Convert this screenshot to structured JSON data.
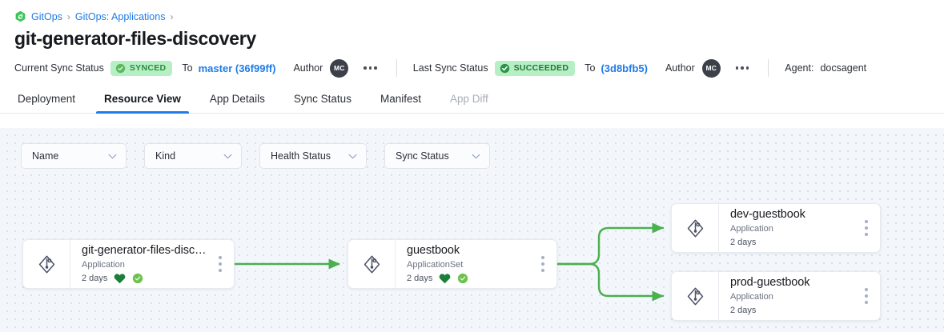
{
  "breadcrumb": {
    "logo_icon": "gitops-hexagon-logo",
    "items": [
      {
        "label": "GitOps"
      },
      {
        "label": "GitOps: Applications"
      }
    ],
    "separator": "›"
  },
  "header": {
    "title": "git-generator-files-discovery"
  },
  "status_bar": {
    "current_sync_label": "Current Sync Status",
    "current_sync_badge": "SYNCED",
    "current_to_label": "To",
    "current_revision": "master (36f99ff)",
    "current_author_label": "Author",
    "current_author_initials": "MC",
    "last_sync_label": "Last Sync Status",
    "last_sync_badge": "SUCCEEDED",
    "last_to_label": "To",
    "last_revision": "(3d8bfb5)",
    "last_author_label": "Author",
    "last_author_initials": "MC",
    "agent_label": "Agent:",
    "agent_value": "docsagent",
    "overflow_icon": "ellipsis-horizontal-icon"
  },
  "tabs": [
    {
      "label": "Deployment",
      "active": false,
      "disabled": false
    },
    {
      "label": "Resource View",
      "active": true,
      "disabled": false
    },
    {
      "label": "App Details",
      "active": false,
      "disabled": false
    },
    {
      "label": "Sync Status",
      "active": false,
      "disabled": false
    },
    {
      "label": "Manifest",
      "active": false,
      "disabled": false
    },
    {
      "label": "App Diff",
      "active": false,
      "disabled": true
    }
  ],
  "filters": [
    {
      "label": "Name",
      "icon": "chevron-down-icon"
    },
    {
      "label": "Kind",
      "icon": "chevron-down-icon"
    },
    {
      "label": "Health Status",
      "icon": "chevron-down-icon"
    },
    {
      "label": "Sync Status",
      "icon": "chevron-down-icon"
    }
  ],
  "graph": {
    "nodes": [
      {
        "id": "root",
        "title": "git-generator-files-disco…",
        "kind": "Application",
        "age": "2 days",
        "icon": "argo-application-icon",
        "health": "healthy",
        "sync": "synced",
        "menu_icon": "kebab-vertical-icon"
      },
      {
        "id": "appset",
        "title": "guestbook",
        "kind": "ApplicationSet",
        "age": "2 days",
        "icon": "argo-application-icon",
        "health": "healthy",
        "sync": "synced",
        "menu_icon": "kebab-vertical-icon"
      },
      {
        "id": "dev",
        "title": "dev-guestbook",
        "kind": "Application",
        "age": "2 days",
        "icon": "argo-application-icon",
        "health": null,
        "sync": null,
        "menu_icon": "kebab-vertical-icon"
      },
      {
        "id": "prod",
        "title": "prod-guestbook",
        "kind": "Application",
        "age": "2 days",
        "icon": "argo-application-icon",
        "health": null,
        "sync": null,
        "menu_icon": "kebab-vertical-icon"
      }
    ],
    "edges": [
      {
        "from": "root",
        "to": "appset"
      },
      {
        "from": "appset",
        "to": "dev"
      },
      {
        "from": "appset",
        "to": "prod"
      }
    ]
  },
  "colors": {
    "link_blue": "#1f7be8",
    "badge_green_bg": "#b7efc5",
    "badge_green_text": "#2b8a3e",
    "edge_green": "#4caf50",
    "health_heart_green": "#1a7f37",
    "sync_circle_green": "#6cc24a",
    "canvas_bg": "#f3f7fb",
    "active_tab_underline": "#1f7be8"
  }
}
